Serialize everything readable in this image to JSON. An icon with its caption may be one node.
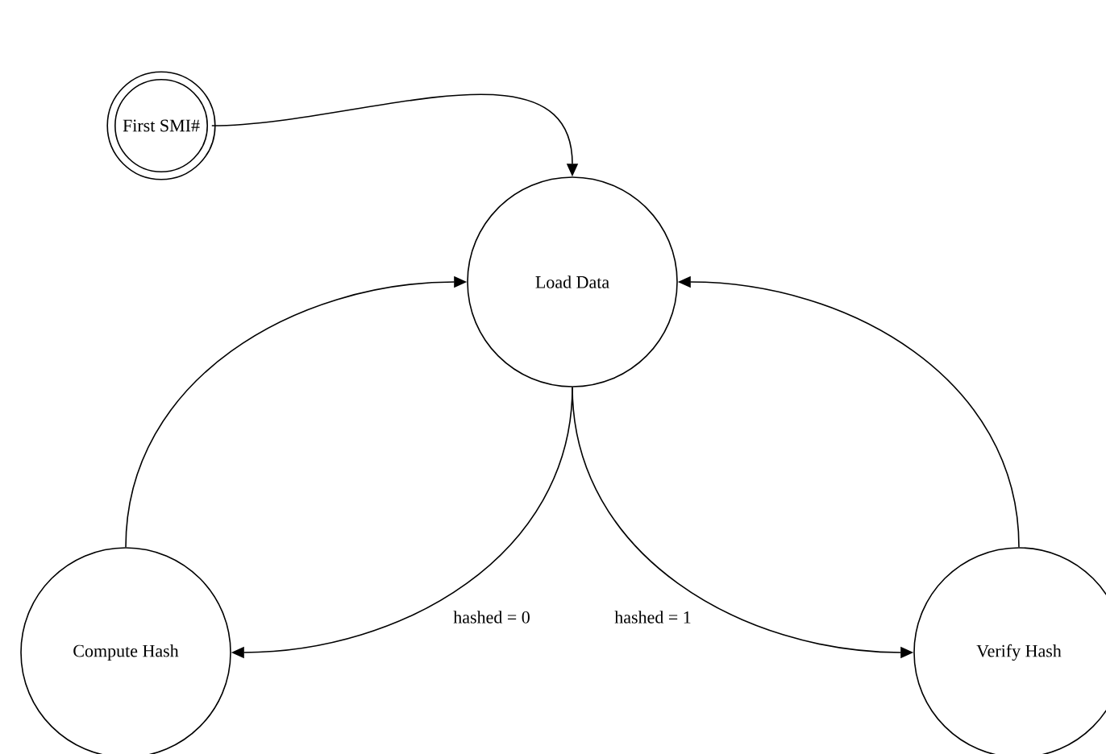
{
  "diagram": {
    "nodes": [
      {
        "text": [
          "First SMI#"
        ]
      },
      {
        "text": [
          "Load Data"
        ]
      },
      {
        "text": [
          "Compute Hash"
        ]
      },
      {
        "text": [
          "Verify Hash"
        ]
      }
    ],
    "edges": [
      {
        "from": 0,
        "to": 1,
        "arrow": "to"
      },
      {
        "from": 1,
        "to": 2,
        "arrow": "to",
        "label": "hashed = 0"
      },
      {
        "from": 1,
        "to": 3,
        "arrow": "to",
        "label": "hashed = 1"
      },
      {
        "from": 2,
        "to": 1,
        "arrow": "to"
      },
      {
        "from": 3,
        "to": 1,
        "arrow": "to"
      }
    ]
  }
}
